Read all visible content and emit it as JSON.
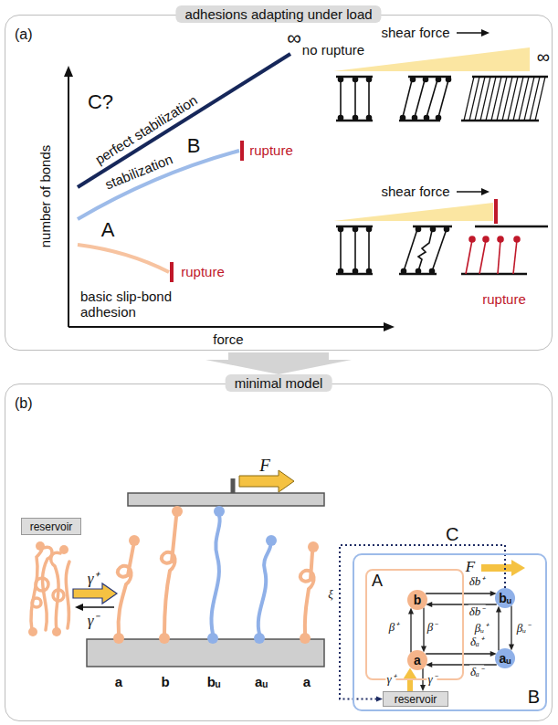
{
  "diagram": {
    "nodes": [
      {
        "text": [
          "adhesions adapting under load",
          "(a)"
        ]
      },
      {
        "text": [
          "minimal model",
          "(b)"
        ]
      },
      {
        "text": [
          "reservoir"
        ],
        "in": 1
      },
      {
        "text": [
          "C",
          "B"
        ],
        "in": 1
      },
      {
        "text": [
          "A"
        ],
        "in": 3
      },
      {
        "text": [
          "b"
        ],
        "in": 4
      },
      {
        "text": [
          "a"
        ],
        "in": 4
      },
      {
        "text": [
          "bᵤ"
        ],
        "in": 3
      },
      {
        "text": [
          "aᵤ"
        ],
        "in": 3
      },
      {
        "text": [
          "reservoir"
        ],
        "in": 3
      }
    ],
    "edges": [
      {
        "from": 6,
        "to": 5,
        "label": "β⁺",
        "arrow": "to"
      },
      {
        "from": 5,
        "to": 6,
        "label": "β⁻",
        "arrow": "to"
      },
      {
        "from": 5,
        "to": 7,
        "label": "δb⁺",
        "arrow": "to"
      },
      {
        "from": 7,
        "to": 5,
        "label": "δb⁻",
        "arrow": "to"
      },
      {
        "from": 8,
        "to": 7,
        "label": "βᵤ⁺",
        "arrow": "to"
      },
      {
        "from": 7,
        "to": 8,
        "label": "βᵤ⁻",
        "arrow": "to"
      },
      {
        "from": 6,
        "to": 8,
        "label": "δₐ⁺",
        "arrow": "to"
      },
      {
        "from": 8,
        "to": 6,
        "label": "δₐ⁻",
        "arrow": "to"
      },
      {
        "from": 9,
        "to": 6,
        "label": "γ⁺",
        "arrow": "to"
      },
      {
        "from": 6,
        "to": 9,
        "label": "γ⁻",
        "arrow": "to"
      },
      {
        "from": 7,
        "to": 9,
        "label": "ξ",
        "arrow": "to"
      }
    ],
    "labels": [
      "number of bonds",
      "force",
      "C?",
      "∞",
      "no rupture",
      "perfect stabilization",
      "B",
      "stabilization",
      "rupture",
      "A",
      "basic slip-bond adhesion",
      "rupture",
      "shear force",
      "∞",
      "shear force",
      "rupture",
      "γ⁺",
      "γ⁻",
      "F",
      "a",
      "b",
      "bᵤ",
      "aᵤ",
      "a",
      "F"
    ]
  }
}
